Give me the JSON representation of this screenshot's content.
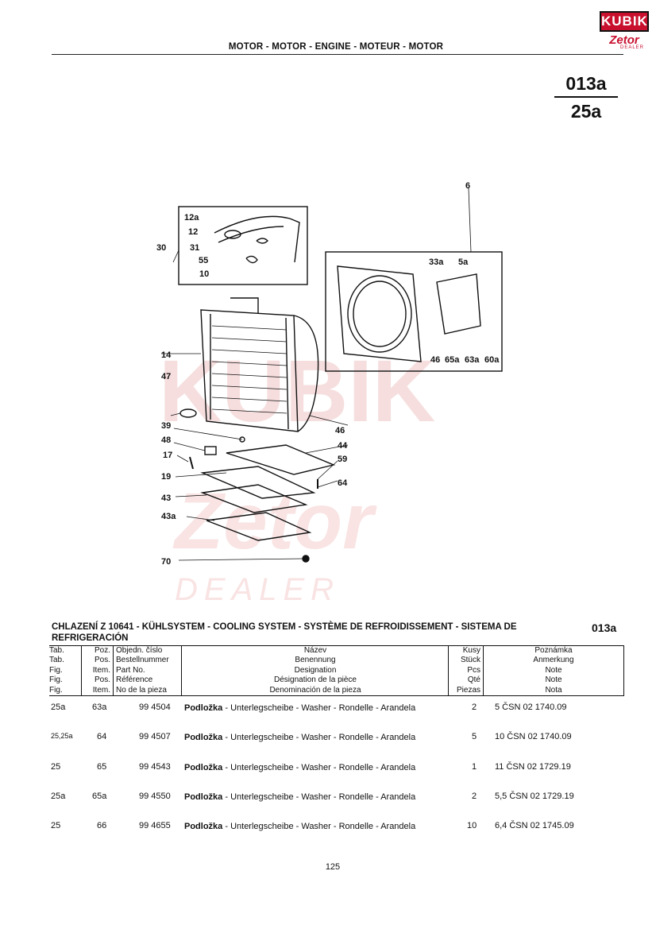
{
  "header": {
    "title": "MOTOR - MOTOR - ENGINE - MOTEUR - MOTOR",
    "logo_top": "KUBIK",
    "logo_mid": "Zetor",
    "logo_bot": "DEALER"
  },
  "code": {
    "top": "013a",
    "bottom": "25a"
  },
  "diagram": {
    "labels": [
      "12a",
      "12",
      "30",
      "31",
      "55",
      "10",
      "6",
      "33a",
      "5a",
      "14",
      "47",
      "46",
      "46",
      "65a",
      "63a",
      "60a",
      "39",
      "48",
      "44",
      "17",
      "59",
      "19",
      "64",
      "43",
      "43a",
      "70"
    ]
  },
  "watermark": {
    "brand": "KUBIK",
    "brand2": "Zetor",
    "dealer": "DEALER"
  },
  "table": {
    "title": "CHLAZENÍ Z 10641 - KÜHLSYSTEM - COOLING SYSTEM - SYSTÈME DE REFROIDISSEMENT - SISTEMA DE REFRIGERACIÓN",
    "code": "013a",
    "headers": {
      "tab": [
        "Tab.",
        "Tab.",
        "Fig.",
        "Fig.",
        "Fig."
      ],
      "poz": [
        "Poz.",
        "Pos.",
        "Item.",
        "Pos.",
        "Item."
      ],
      "part": [
        "Objedn. číslo",
        "Bestellnummer",
        "Part No.",
        "Référence",
        "No de la pieza"
      ],
      "name": [
        "Název",
        "Benennung",
        "Designation",
        "Désignation de la pièce",
        "Denominación de la pieza"
      ],
      "qty": [
        "Kusy",
        "Stück",
        "Pcs",
        "Qté",
        "Piezas"
      ],
      "note": [
        "Poznámka",
        "Anmerkung",
        "Note",
        "Note",
        "Nota"
      ]
    },
    "rows": [
      {
        "tab": "25a",
        "poz": "63a",
        "part": "99 4504",
        "name_bold": "Podložka",
        "name_rest": " - Unterlegscheibe - Washer - Rondelle - Arandela",
        "qty": "2",
        "note": "5 ČSN 02 1740.09"
      },
      {
        "tab": "25,25a",
        "poz": "64",
        "part": "99 4507",
        "name_bold": "Podložka",
        "name_rest": " - Unterlegscheibe - Washer - Rondelle - Arandela",
        "qty": "5",
        "note": "10 ČSN 02 1740.09"
      },
      {
        "tab": "25",
        "poz": "65",
        "part": "99 4543",
        "name_bold": "Podložka",
        "name_rest": " - Unterlegscheibe - Washer - Rondelle - Arandela",
        "qty": "1",
        "note": "11 ČSN 02 1729.19"
      },
      {
        "tab": "25a",
        "poz": "65a",
        "part": "99 4550",
        "name_bold": "Podložka",
        "name_rest": " - Unterlegscheibe - Washer - Rondelle - Arandela",
        "qty": "2",
        "note": "5,5 ČSN 02 1729.19"
      },
      {
        "tab": "25",
        "poz": "66",
        "part": "99 4655",
        "name_bold": "Podložka",
        "name_rest": " - Unterlegscheibe - Washer - Rondelle - Arandela",
        "qty": "10",
        "note": "6,4 ČSN 02 1745.09"
      }
    ]
  },
  "page_number": "125"
}
